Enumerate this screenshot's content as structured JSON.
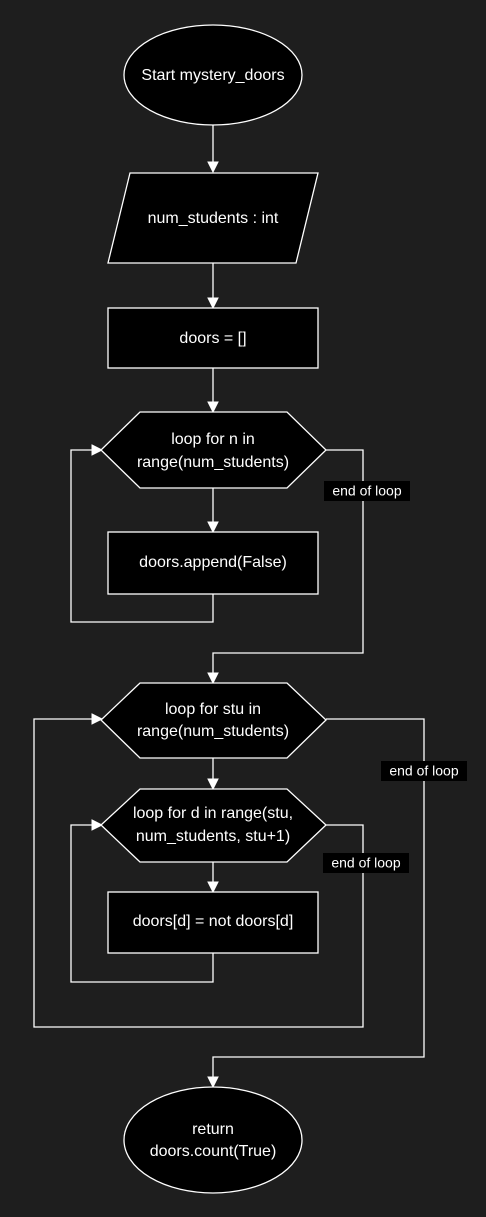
{
  "nodes": {
    "start": "Start mystery_doors",
    "input": "num_students : int",
    "init_doors": "doors = []",
    "loop_n_line1": "loop for n in",
    "loop_n_line2": "range(num_students)",
    "append": "doors.append(False)",
    "loop_stu_line1": "loop for stu in",
    "loop_stu_line2": "range(num_students)",
    "loop_d_line1": "loop for d in range(stu,",
    "loop_d_line2": "num_students, stu+1)",
    "toggle": "doors[d] = not doors[d]",
    "return_line1": "return",
    "return_line2": "doors.count(True)"
  },
  "edge_labels": {
    "end_loop_n": "end of loop",
    "end_loop_stu": "end of loop",
    "end_loop_d": "end of loop"
  }
}
